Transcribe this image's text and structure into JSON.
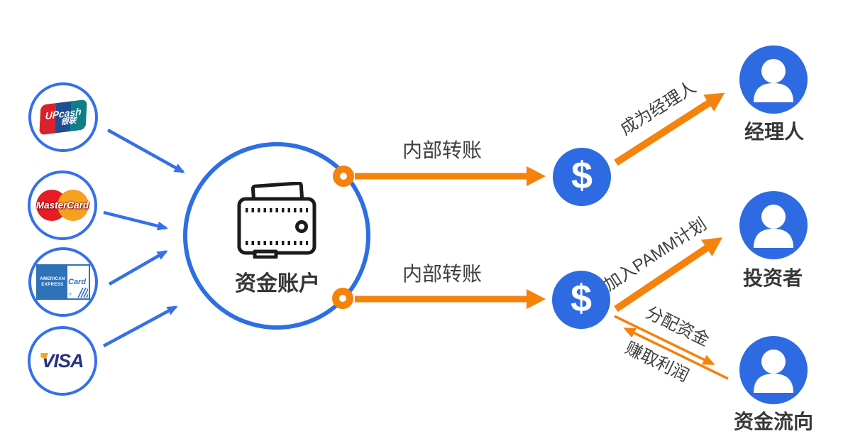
{
  "colors": {
    "blue_fill": "#2E6BE2",
    "blue_stroke": "#3570E8",
    "big_circle_border": "#2D6FE3",
    "orange": "#F5820B",
    "text_dark": "#3F3F3F"
  },
  "funding_account": {
    "label": "资金账户"
  },
  "cards": [
    {
      "name": "unionpay",
      "brand": "UPcash",
      "brand_cn": "银联"
    },
    {
      "name": "mastercard",
      "brand": "MasterCard"
    },
    {
      "name": "amex",
      "line1": "AMERICAN",
      "line2": "EXPRESS",
      "brand": "Card",
      "reg": "®"
    },
    {
      "name": "visa",
      "brand": "VISA"
    }
  ],
  "flow_labels": {
    "internal_transfer_top": "内部转账",
    "internal_transfer_bottom": "内部转账",
    "become_manager": "成为经理人",
    "join_pamm": "加入PAMM计划",
    "allocate_funds": "分配资金",
    "earn_profit": "赚取利润"
  },
  "nodes": {
    "dollar_symbol": "$",
    "manager": "经理人",
    "investor": "投资者",
    "fund_flow": "资金流向"
  }
}
